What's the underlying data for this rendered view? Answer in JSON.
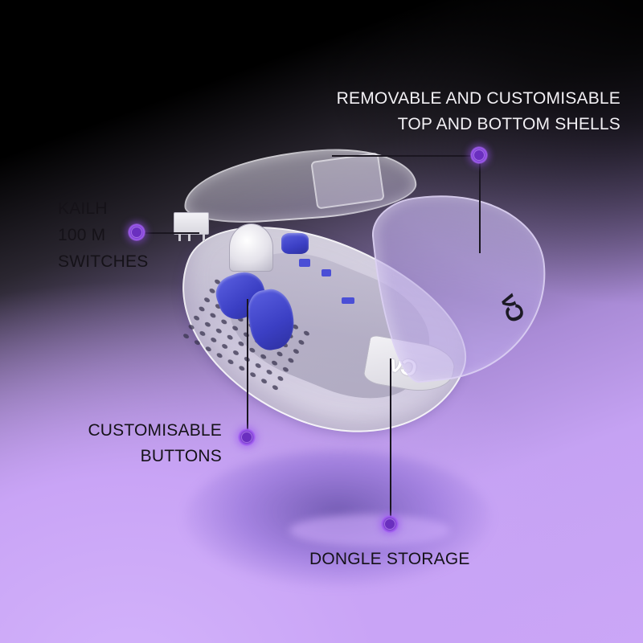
{
  "product": {
    "description": "Exploded view of transparent wireless gaming mouse",
    "logo_glyph": "νƆ",
    "colors": {
      "background_top": "#000000",
      "background_bottom": "#cba6f7",
      "accent_marker": "#7a3fcc",
      "button_blue": "#3b3fc4",
      "label_light": "#f2f0f4",
      "label_dark": "#151218",
      "leader_line": "#1a1620"
    }
  },
  "callouts": {
    "shells": {
      "line1": "REMOVABLE AND CUSTOMISABLE",
      "line2": "TOP AND BOTTOM SHELLS"
    },
    "switches": {
      "line1": "KAILH",
      "line2": "100 M",
      "line3": "SWITCHES"
    },
    "buttons": {
      "line1": "CUSTOMISABLE",
      "line2": "BUTTONS"
    },
    "dongle": {
      "line1": "DONGLE STORAGE"
    }
  }
}
